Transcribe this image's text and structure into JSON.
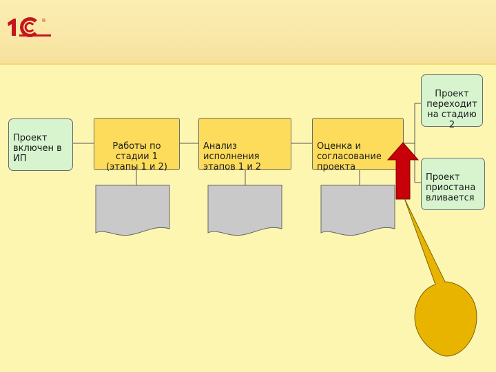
{
  "logo": {
    "text": "1С",
    "registered": "®"
  },
  "diagram": {
    "start_label": "Проект\nвключен в\nИП",
    "step1_label": "Работы по\nстадии 1\n(этапы 1 и 2)",
    "step2_label": "Анализ\nисполнения\nэтапов 1 и 2",
    "step3_label": "Оценка и\nсогласование\nпроекта",
    "outcome_next_label": "Проект\nпереходит\nна стадию\n2",
    "outcome_pause_label": "Проект\nприостана\nвливается"
  },
  "colors": {
    "background": "#fdf6b3",
    "green_box": "#d7f4cf",
    "yellow_box": "#fddc5c",
    "document": "#c9c9c9",
    "red_arrow": "#c8000a",
    "callout": "#e8b400",
    "logo_red": "#c4161c"
  }
}
